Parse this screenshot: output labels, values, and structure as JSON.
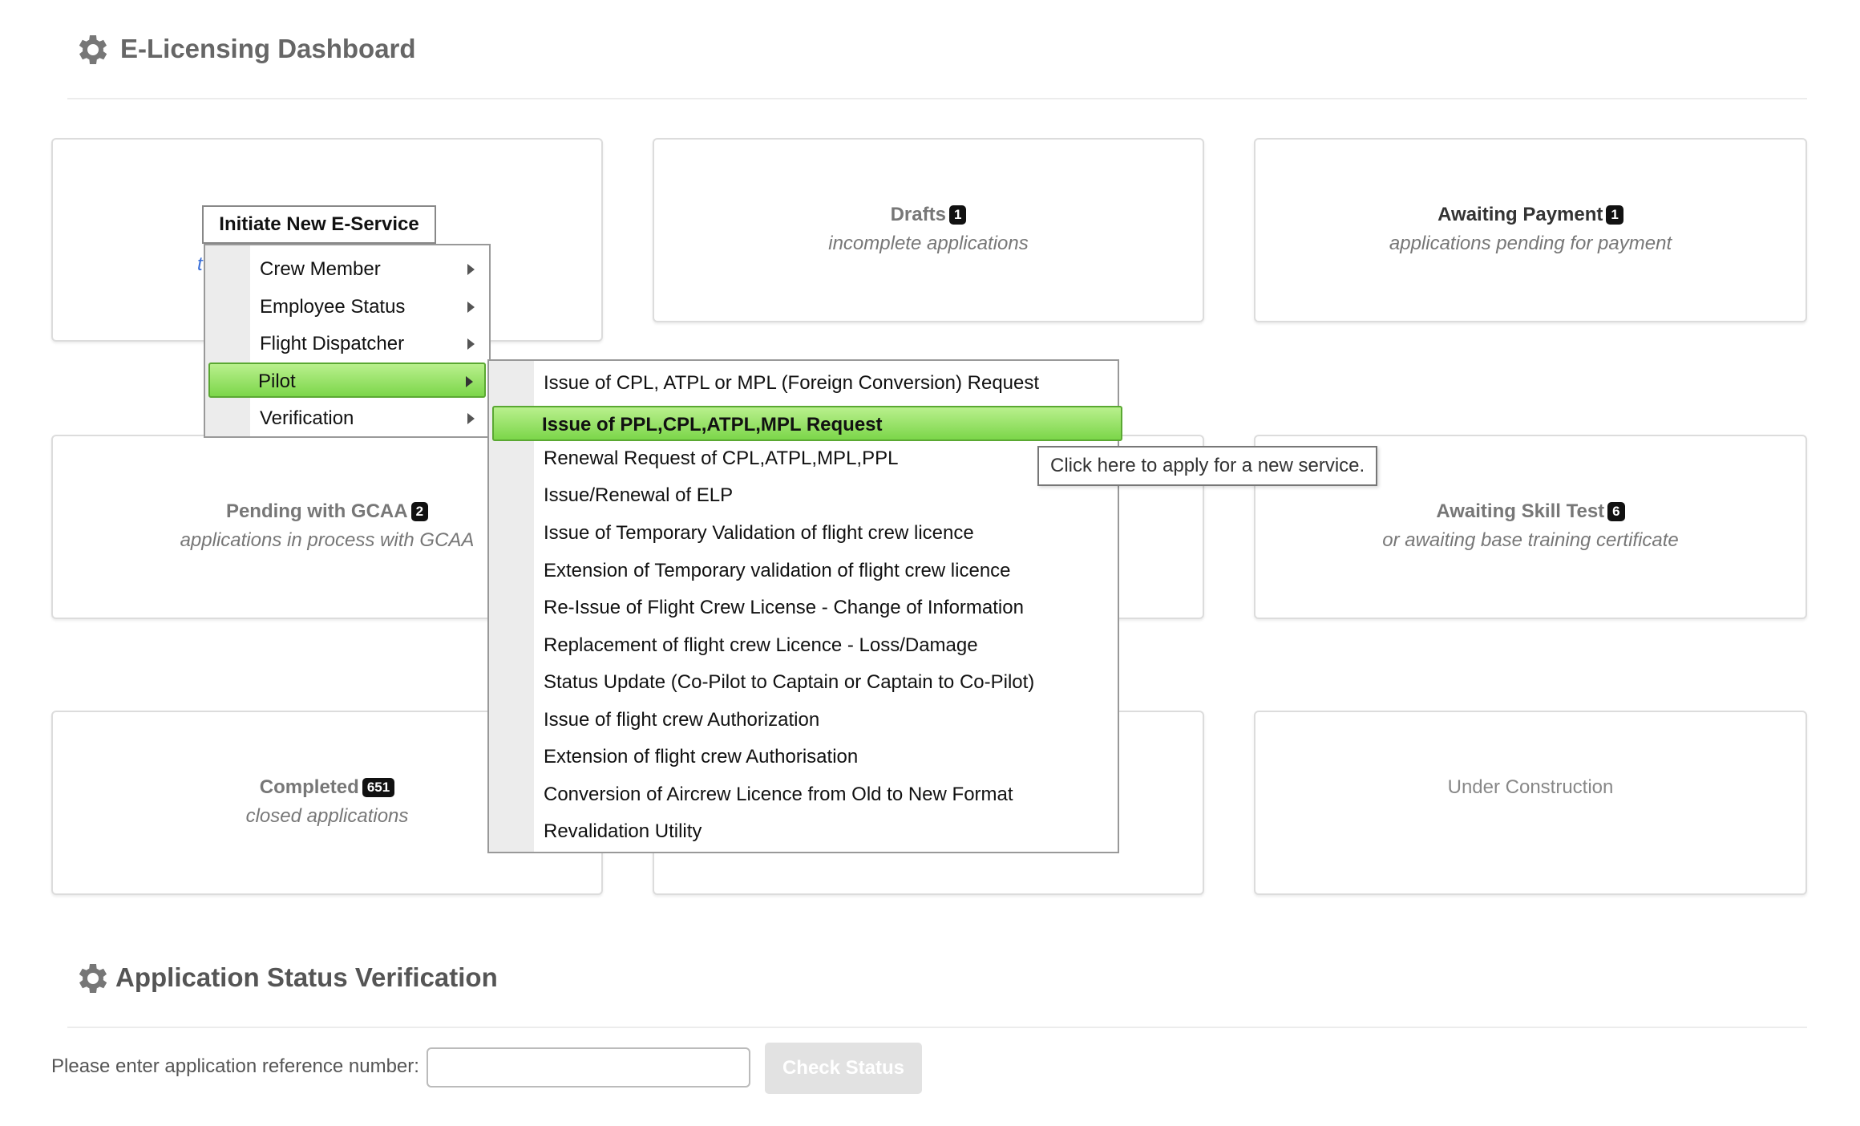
{
  "dashboard": {
    "title": "E-Licensing Dashboard"
  },
  "cards": [
    {
      "title": "Drafts",
      "badge": "1",
      "subtitle": "incomplete applications"
    },
    {
      "title": "Awaiting Payment",
      "badge": "1",
      "subtitle": "applications pending for payment"
    },
    {
      "title": "Pending with GCAA",
      "badge": "2",
      "subtitle": "applications in process with GCAA"
    },
    {
      "title": "Awaiting Skill Test",
      "badge": "6",
      "subtitle": "or awaiting base training certificate"
    },
    {
      "title": "Completed",
      "badge": "651",
      "subtitle": "closed applications"
    },
    {
      "title": "Under Construction"
    }
  ],
  "initiate": {
    "label": "Initiate New E-Service",
    "link_fragment": "t"
  },
  "menu": {
    "items": [
      {
        "label": "Crew Member"
      },
      {
        "label": "Employee Status"
      },
      {
        "label": "Flight Dispatcher"
      },
      {
        "label": "Pilot",
        "active": true
      },
      {
        "label": "Verification"
      }
    ]
  },
  "submenu": {
    "items": [
      {
        "label": "Issue of CPL, ATPL or MPL (Foreign Conversion) Request"
      },
      {
        "label": "Issue of PPL,CPL,ATPL,MPL Request",
        "active": true
      },
      {
        "label": "Renewal Request of CPL,ATPL,MPL,PPL"
      },
      {
        "label": "Issue/Renewal of ELP"
      },
      {
        "label": "Issue of Temporary Validation of flight crew licence"
      },
      {
        "label": "Extension of Temporary validation of flight crew licence"
      },
      {
        "label": "Re-Issue of Flight Crew License - Change of Information"
      },
      {
        "label": "Replacement of flight crew Licence - Loss/Damage"
      },
      {
        "label": "Status Update (Co-Pilot to Captain or Captain to Co-Pilot)"
      },
      {
        "label": "Issue of flight crew Authorization"
      },
      {
        "label": "Extension of flight crew Authorisation"
      },
      {
        "label": "Conversion of Aircrew Licence from Old to New Format"
      },
      {
        "label": "Revalidation Utility"
      }
    ]
  },
  "tooltip": {
    "text": "Click here to apply for a new service."
  },
  "verification": {
    "title": "Application Status Verification",
    "label": "Please enter application reference number:",
    "input_value": "",
    "button_label": "Check Status"
  },
  "colors": {
    "active_green_top": "#b9f08d",
    "active_green_bottom": "#7cd64a",
    "badge": "#111111",
    "button_disabled": "#e2e2e2"
  },
  "icons": {
    "header": "gear-icon",
    "submenu_arrow": "chevron-right-icon"
  }
}
